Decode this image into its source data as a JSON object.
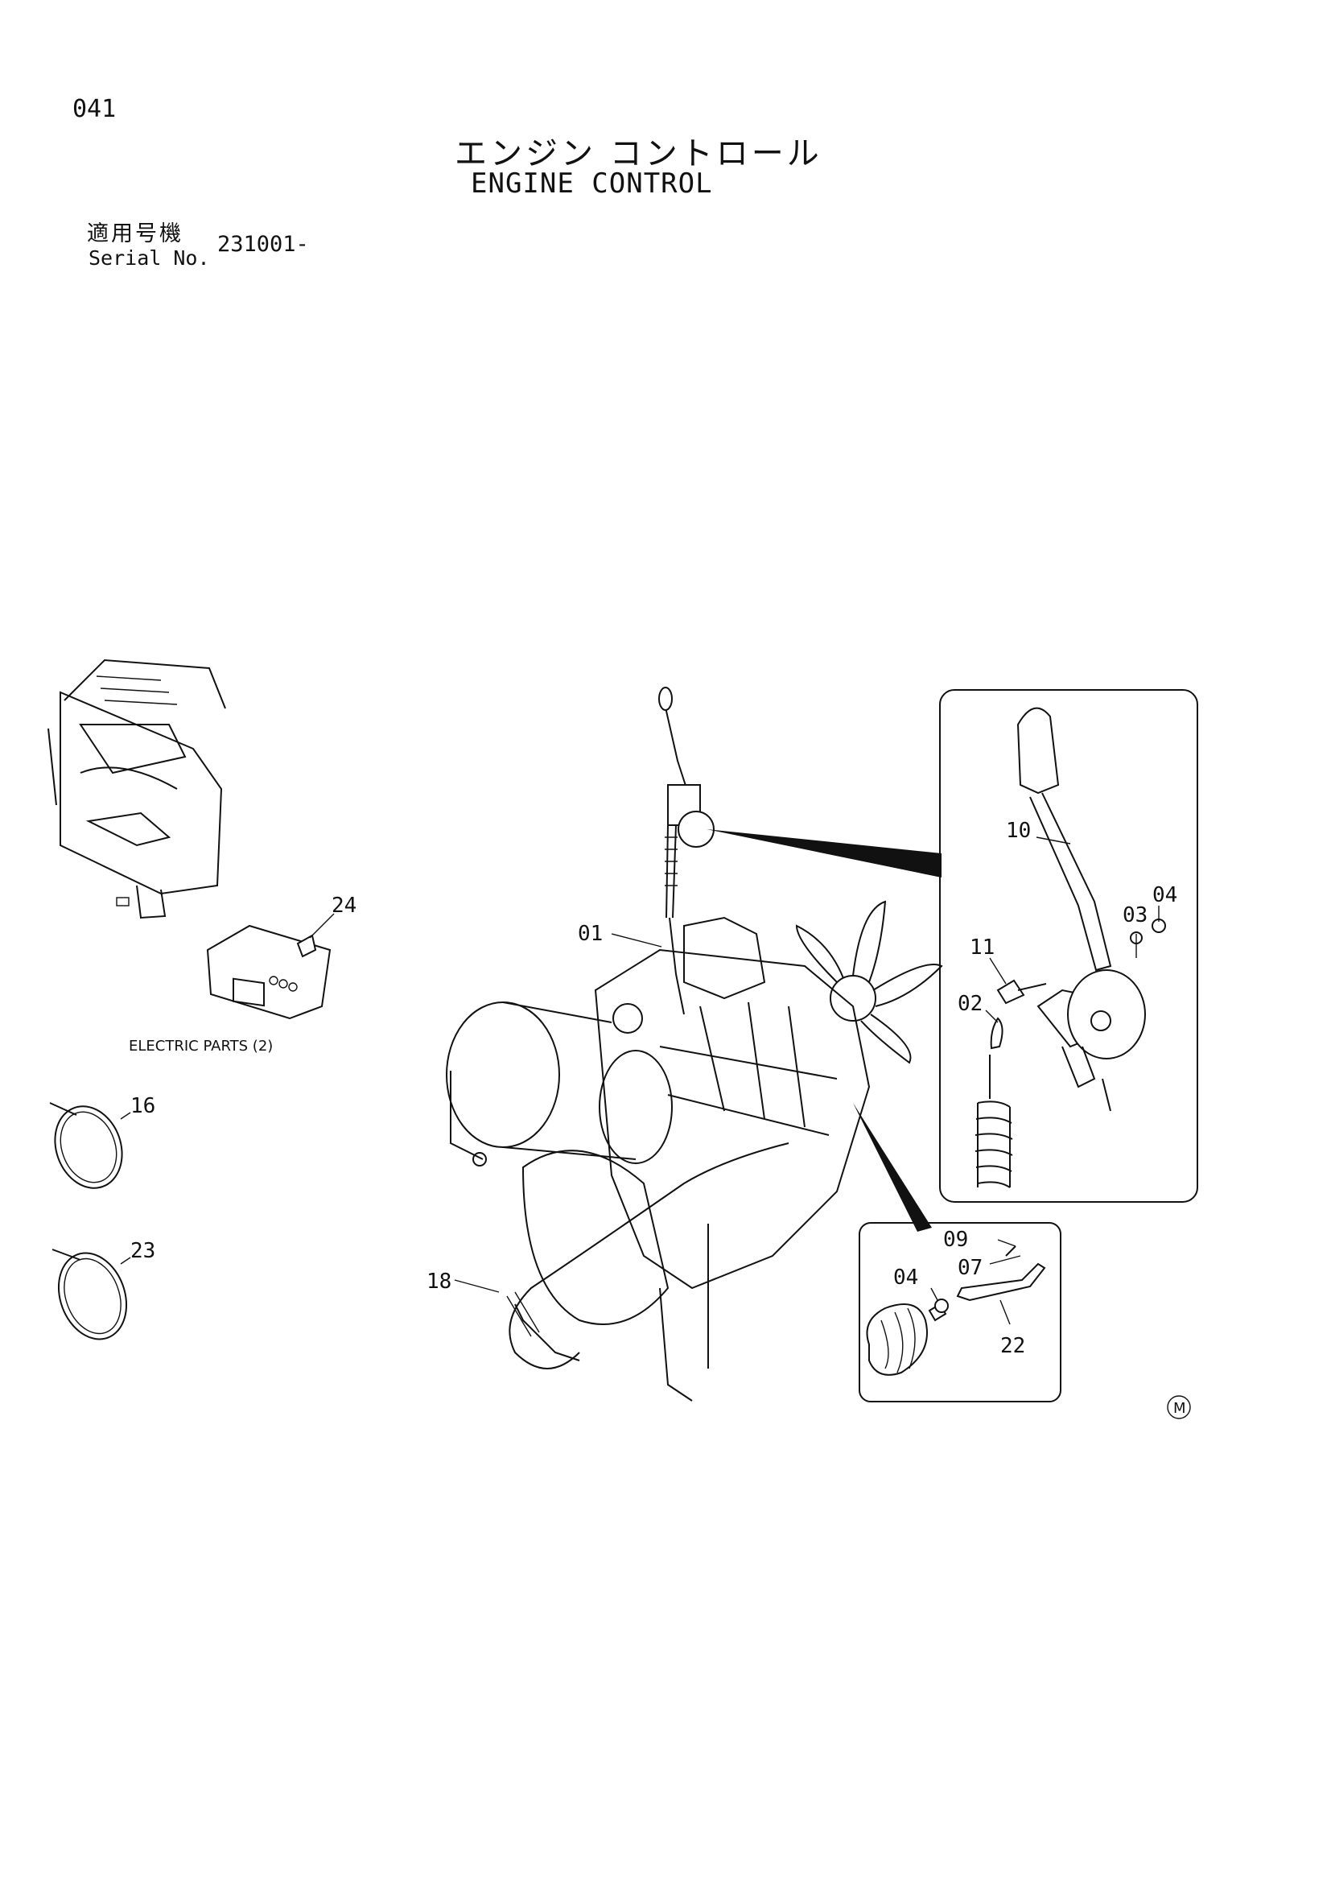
{
  "header": {
    "page_number": "041",
    "title_jp": "エンジン コントロール",
    "title_en": "ENGINE CONTROL",
    "serial_label_jp": "適用号機",
    "serial_label_en": "Serial No.",
    "serial_value": "231001-"
  },
  "labels": {
    "electric_parts": "ELECTRIC PARTS (2)",
    "mark": "M"
  },
  "callouts": {
    "c01": "01",
    "c02": "02",
    "c03": "03",
    "c04a": "04",
    "c04b": "04",
    "c07": "07",
    "c09": "09",
    "c10": "10",
    "c11": "11",
    "c16": "16",
    "c18": "18",
    "c22": "22",
    "c23": "23",
    "c24": "24"
  }
}
